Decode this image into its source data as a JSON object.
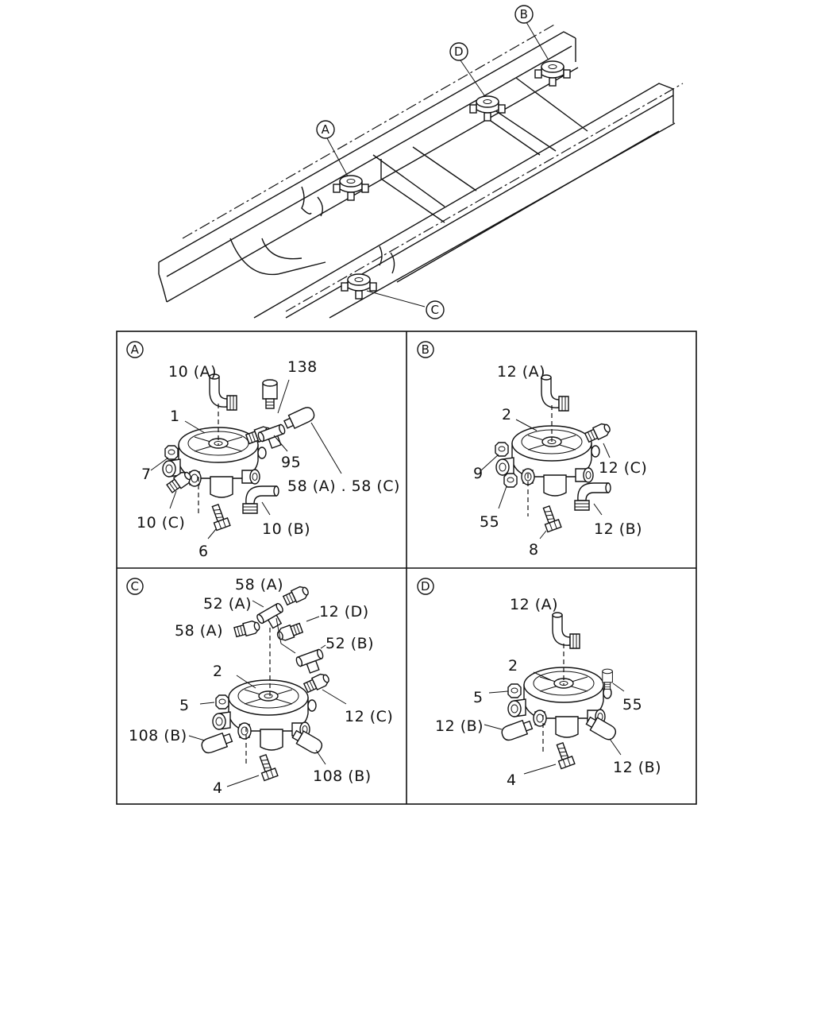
{
  "overview": {
    "callouts": [
      "B",
      "D",
      "A",
      "C"
    ]
  },
  "panels": [
    {
      "letter": "A",
      "labels": [
        "10 (A)",
        "138",
        "1",
        "7",
        "95",
        "58 (A) . 58 (C)",
        "10 (C)",
        "10 (B)",
        "6"
      ]
    },
    {
      "letter": "B",
      "labels": [
        "12 (A)",
        "2",
        "12 (C)",
        "9",
        "55",
        "12 (B)",
        "8"
      ]
    },
    {
      "letter": "C",
      "labels": [
        "58 (A)",
        "52 (A)",
        "12 (D)",
        "58 (A)",
        "52 (B)",
        "2",
        "5",
        "12 (C)",
        "108 (B)",
        "108 (B)",
        "4"
      ]
    },
    {
      "letter": "D",
      "labels": [
        "12 (A)",
        "2",
        "5",
        "55",
        "12 (B)",
        "12 (B)",
        "4"
      ]
    }
  ]
}
